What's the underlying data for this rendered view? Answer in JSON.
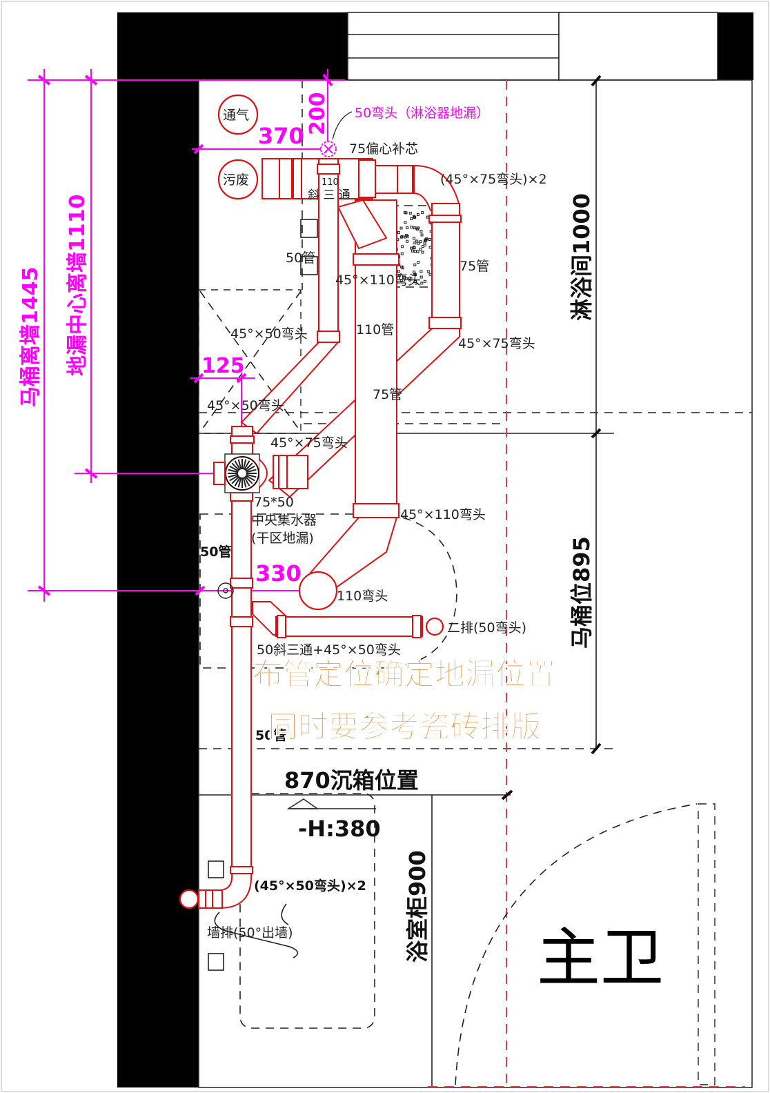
{
  "title": "主卫",
  "colors": {
    "pipe": "#e01010",
    "dimension": "#ff00ff",
    "annotation_overlay": "#f08a32",
    "wall": "#000000",
    "line": "#222222"
  },
  "dimensions": {
    "toilet_from_wall": "马桶离墙1445",
    "drain_center_from_wall": "地漏中心离墙1110",
    "d370": "370",
    "d200": "200",
    "d125": "125",
    "d330": "330",
    "shower_room": "淋浴间1000",
    "toilet_zone": "马桶位895",
    "sunken_box": "870沉箱位置",
    "depth": "-H:380",
    "vanity": "浴室柜900"
  },
  "circles": {
    "vent": "通气",
    "waste": "污废"
  },
  "labels": {
    "shower_drain_elbow": "50弯头（淋浴器地漏）",
    "eccentric": "75偏心补芯",
    "wye_110": "110",
    "wye_text": "斜 三 通",
    "elbow_75_x2": "(45°×75弯头)×2",
    "pipe_50_top": "50管",
    "elbow_45_110_top": "45°×110弯头",
    "pipe_75_right": "75管",
    "elbow_45_50_a": "45°×50弯头",
    "pipe_110": "110管",
    "elbow_45_75_right": "45°×75弯头",
    "elbow_45_50_b": "45°×50弯头",
    "pipe_75_diag": "75管",
    "elbow_45_75_left": "45°×75弯头",
    "reducer": "75*50",
    "collector_line1": "中央集水器",
    "collector_line2": "(干区地漏)",
    "elbow_45_110_mid": "45°×110弯头",
    "pipe_50_left": "50管",
    "elbow_110": "110弯头",
    "second_drain": "二排(50弯头)",
    "wye_50_combo": "50斜三通+45°×50弯头",
    "pipe_50_lower": "50管",
    "elbow_45_50_x2": "(45°×50弯头)×2",
    "wall_drain": "墙排(50°出墙)"
  },
  "overlay_text": {
    "line1": "布管定位确定地漏位置",
    "line2": "同时要参考瓷砖排版"
  }
}
